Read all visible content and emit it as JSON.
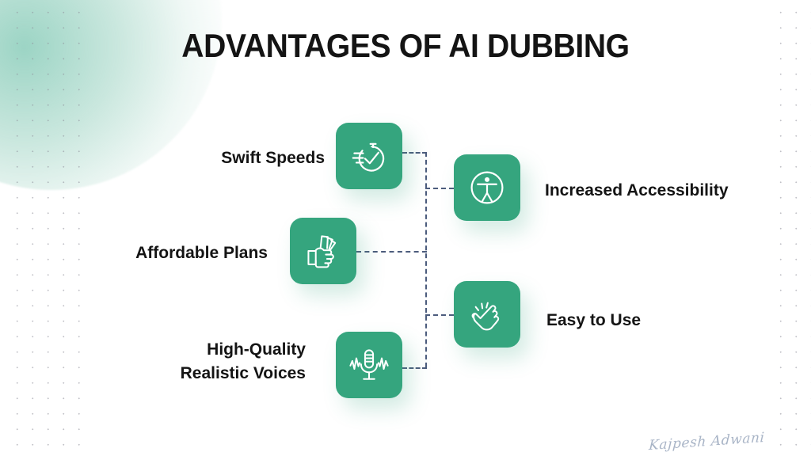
{
  "slide": {
    "title": "ADVANTAGES OF AI DUBBING",
    "watermark": "Kajpesh Adwani",
    "colors": {
      "tile_green": "#35a57e",
      "connector": "#4c5c7d",
      "text": "#141414",
      "background": "#ffffff",
      "corner_glow": "#76c4ae",
      "watermark": "#9aa7bd"
    }
  },
  "advantages": [
    {
      "label": "Swift Speeds",
      "icon": "stopwatch-check-icon",
      "side": "left"
    },
    {
      "label": "Increased Accessibility",
      "icon": "accessibility-person-icon",
      "side": "right"
    },
    {
      "label": "Affordable Plans",
      "icon": "hand-holding-cash-icon",
      "side": "left"
    },
    {
      "label": "Easy to Use",
      "icon": "tapping-hand-icon",
      "side": "right"
    },
    {
      "label": "High-Quality\nRealistic Voices",
      "icon": "microphone-waveform-icon",
      "side": "left"
    }
  ]
}
